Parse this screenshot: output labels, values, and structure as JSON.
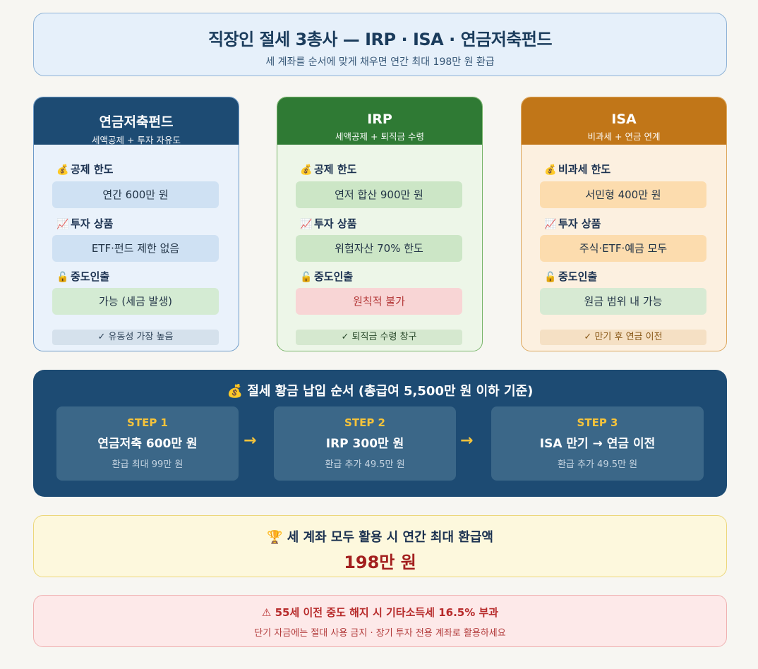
{
  "header": {
    "title": "직장인 절세 3총사 — IRP · ISA · 연금저축펀드",
    "subtitle": "세 계좌를 순서에 맞게 채우면 연간 최대 198만 원 환급"
  },
  "cards": [
    {
      "title": "연금저축펀드",
      "subtitle": "세액공제 + 투자 자유도",
      "sections": [
        {
          "icon": "💰",
          "label": "공제 한도",
          "value": "연간 600만 원"
        },
        {
          "icon": "📈",
          "label": "투자 상품",
          "value": "ETF·펀드 제한 없음"
        },
        {
          "icon": "🔓",
          "label": "중도인출",
          "value": "가능 (세금 발생)"
        }
      ],
      "footer": "✓ 유동성 가장 높음"
    },
    {
      "title": "IRP",
      "subtitle": "세액공제 + 퇴직금 수령",
      "sections": [
        {
          "icon": "💰",
          "label": "공제 한도",
          "value": "연저 합산 900만 원"
        },
        {
          "icon": "📈",
          "label": "투자 상품",
          "value": "위험자산 70% 한도"
        },
        {
          "icon": "🔓",
          "label": "중도인출",
          "value": "원칙적 불가"
        }
      ],
      "footer": "✓ 퇴직금 수령 창구"
    },
    {
      "title": "ISA",
      "subtitle": "비과세 + 연금 연계",
      "sections": [
        {
          "icon": "💰",
          "label": "비과세 한도",
          "value": "서민형 400만 원"
        },
        {
          "icon": "📈",
          "label": "투자 상품",
          "value": "주식·ETF·예금 모두"
        },
        {
          "icon": "🔓",
          "label": "중도인출",
          "value": "원금 범위 내 가능"
        }
      ],
      "footer": "✓ 만기 후 연금 이전"
    }
  ],
  "order": {
    "title": "💰 절세 황금 납입 순서 (총급여 5,500만 원 이하 기준)",
    "arrow": "→",
    "steps": [
      {
        "label": "STEP 1",
        "main": "연금저축 600만 원",
        "sub": "환급 최대 99만 원"
      },
      {
        "label": "STEP 2",
        "main": "IRP 300만 원",
        "sub": "환급 추가 49.5만 원"
      },
      {
        "label": "STEP 3",
        "main": "ISA 만기 → 연금 이전",
        "sub": "환급 추가 49.5만 원"
      }
    ]
  },
  "total": {
    "title": "🏆 세 계좌 모두 활용 시 연간 최대 환급액",
    "value": "198만 원"
  },
  "warning": {
    "title": "⚠ 55세 이전 중도 해지 시 기타소득세 16.5% 부과",
    "subtitle": "단기 자금에는 절대 사용 금지 · 장기 투자 전용 계좌로 활용하세요"
  }
}
